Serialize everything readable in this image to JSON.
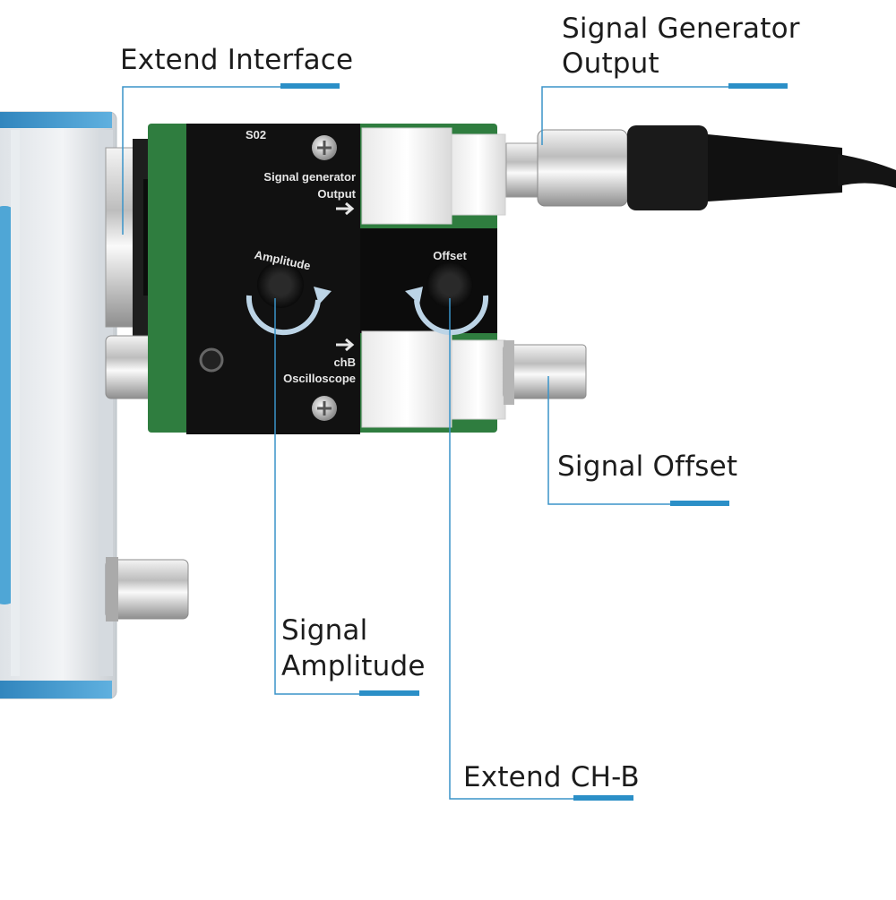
{
  "callouts": {
    "extend_interface": "Extend Interface",
    "sig_gen_line1": "Signal Generator",
    "sig_gen_line2": "Output",
    "signal_offset": "Signal Offset",
    "amp_line1": "Signal",
    "amp_line2": "Amplitude",
    "extend_chb": "Extend CH-B"
  },
  "board": {
    "model": "S02",
    "sig_gen_line1": "Signal generator",
    "sig_gen_line2": "Output",
    "amplitude": "Amplitude",
    "offset": "Offset",
    "chb_line1": "chB",
    "chb_line2": "Oscilloscope"
  },
  "colors": {
    "accent": "#2b8fc7",
    "board": "#111111",
    "pcb": "#2f7d3f",
    "leader": "#3a94c9"
  }
}
